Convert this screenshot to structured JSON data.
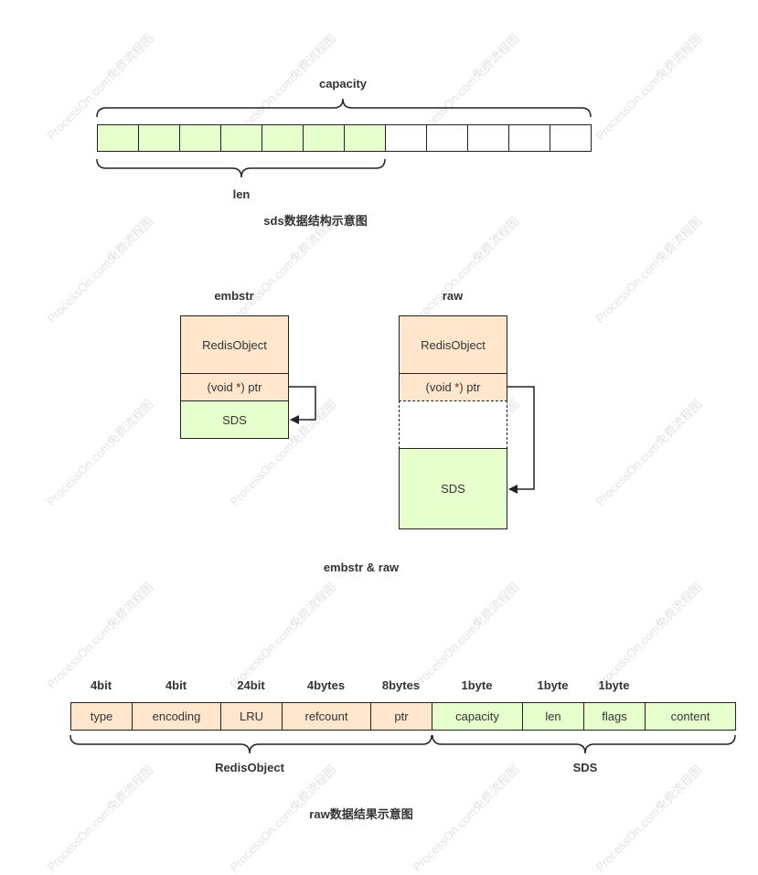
{
  "sds_diagram": {
    "capacity_label": "capacity",
    "len_label": "len",
    "caption": "sds数据结构示意图",
    "cell_fills": [
      "green",
      "green",
      "green",
      "green",
      "green",
      "green",
      "green",
      "white",
      "white",
      "white",
      "white",
      "white"
    ]
  },
  "embstr_diagram": {
    "title": "embstr",
    "redis_object": "RedisObject",
    "ptr": "(void *) ptr",
    "sds": "SDS"
  },
  "raw_diagram": {
    "title": "raw",
    "redis_object": "RedisObject",
    "ptr": "(void *) ptr",
    "sds": "SDS"
  },
  "middle_caption": "embstr & raw",
  "raw_layout": {
    "fields": [
      {
        "size": "4bit",
        "name": "type",
        "fill": "orange"
      },
      {
        "size": "4bit",
        "name": "encoding",
        "fill": "orange"
      },
      {
        "size": "24bit",
        "name": "LRU",
        "fill": "orange"
      },
      {
        "size": "4bytes",
        "name": "refcount",
        "fill": "orange"
      },
      {
        "size": "8bytes",
        "name": "ptr",
        "fill": "orange"
      },
      {
        "size": "1byte",
        "name": "capacity",
        "fill": "green"
      },
      {
        "size": "1byte",
        "name": "len",
        "fill": "green"
      },
      {
        "size": "1byte",
        "name": "flags",
        "fill": "green"
      },
      {
        "size": "",
        "name": "content",
        "fill": "green"
      }
    ],
    "redisobject_label": "RedisObject",
    "sds_label": "SDS",
    "caption": "raw数据结果示意图"
  },
  "colors": {
    "orange_fill": "#ffe6cc",
    "green_fill": "#e6ffcc",
    "stroke": "#222222"
  },
  "watermark": "ProcessOn.com免费流程图"
}
